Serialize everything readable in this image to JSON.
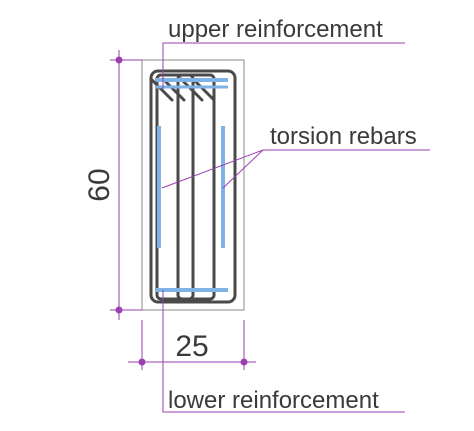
{
  "labels": {
    "upper_reinforcement": "upper reinforcement",
    "torsion_rebars": "torsion rebars",
    "lower_reinforcement": "lower reinforcement"
  },
  "dimensions": {
    "height": "60",
    "width": "25"
  },
  "colors": {
    "section_outline": "#8a8a8a",
    "stirrup": "#4a4a4a",
    "rebar": "#7fb3e6",
    "dimension_line": "#9a3fb0",
    "leader_line": "#9a3fb0",
    "text": "#3a3a3a"
  }
}
